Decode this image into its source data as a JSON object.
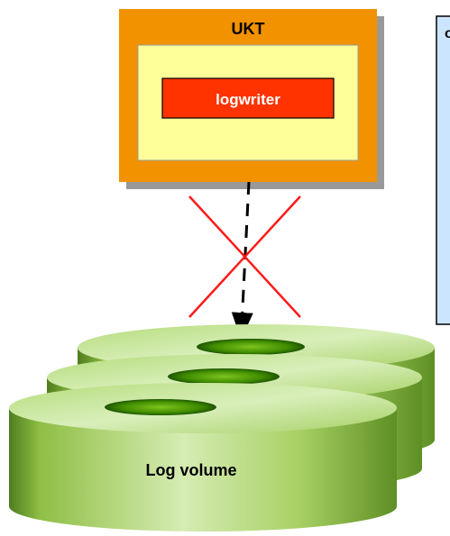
{
  "ukt": {
    "title": "UKT",
    "process_label": "logwriter"
  },
  "note": {
    "visible_text": "o"
  },
  "log_volume": {
    "label": "Log volume"
  },
  "colors": {
    "ukt_frame": "#f39200",
    "ukt_inner": "#ffff99",
    "process_box": "#ff3300",
    "note_fill": "#cce5ff",
    "note_border": "#000000",
    "cross": "#ff0000",
    "disk_green": "#9ccc4a"
  },
  "icons": {
    "blocked_connection": "red-x-cross-icon",
    "write_arrow": "dashed-arrow-down-icon"
  }
}
